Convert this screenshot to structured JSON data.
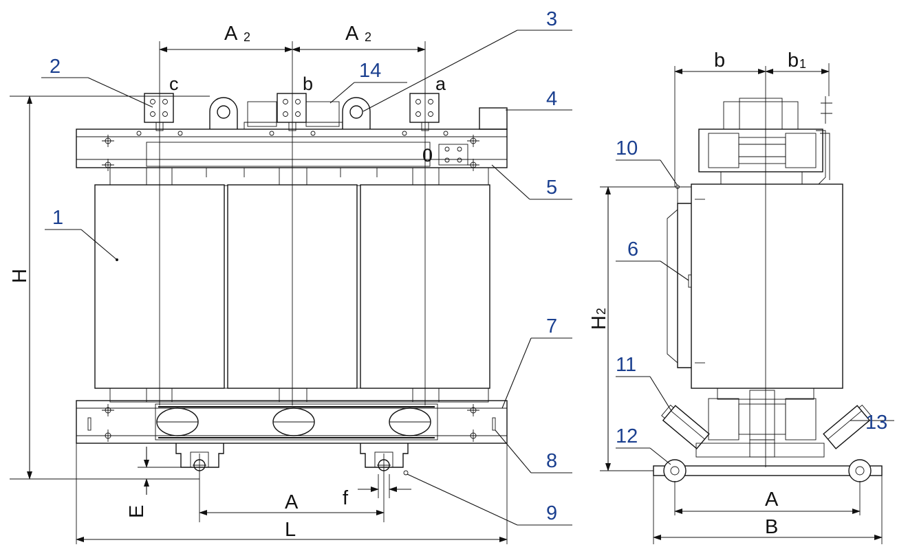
{
  "diagram": {
    "callouts": {
      "c1": "1",
      "c2": "2",
      "c3": "3",
      "c4": "4",
      "c5": "5",
      "c6": "6",
      "c7": "7",
      "c8": "8",
      "c9": "9",
      "c10": "10",
      "c11": "11",
      "c12": "12",
      "c13": "13",
      "c14": "14"
    },
    "phases": {
      "c": "c",
      "b": "b",
      "a": "a",
      "neutral": "0"
    },
    "dimensions": {
      "A2_main": "A",
      "A2_sub": "2",
      "H": "H",
      "E": "E",
      "f": "f",
      "A": "A",
      "L": "L",
      "b": "b",
      "b1_main": "b",
      "b1_sub": "1",
      "H2_main": "H",
      "H2_sub": "2",
      "B": "B"
    }
  }
}
